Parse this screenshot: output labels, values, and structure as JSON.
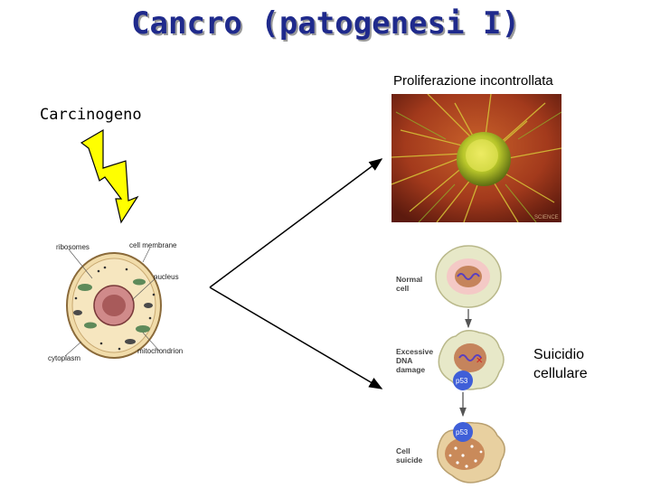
{
  "title": "Cancro (patogenesi I)",
  "left_label": "Carcinogeno",
  "top_right_label": "Proliferazione incontrollata",
  "bottom_right_label_line1": "Suicidio",
  "bottom_right_label_line2": "cellulare",
  "cell_diagram": {
    "ribosomes": "ribosomes",
    "cell_membrane": "cell membrane",
    "nucleus": "nucleus",
    "cytoplasm": "cytoplasm",
    "mitochondrion": "mitochondrion"
  },
  "apoptosis_diagram": {
    "normal_line1": "Normal",
    "normal_line2": "cell",
    "damage_line1": "Excessive",
    "damage_line2": "DNA",
    "damage_line3": "damage",
    "suicide_line1": "Cell",
    "suicide_line2": "suicide",
    "p53_a": "p53",
    "p53_b": "p53"
  },
  "colors": {
    "title": "#1f2a8c",
    "lightning": "#ffff00"
  }
}
